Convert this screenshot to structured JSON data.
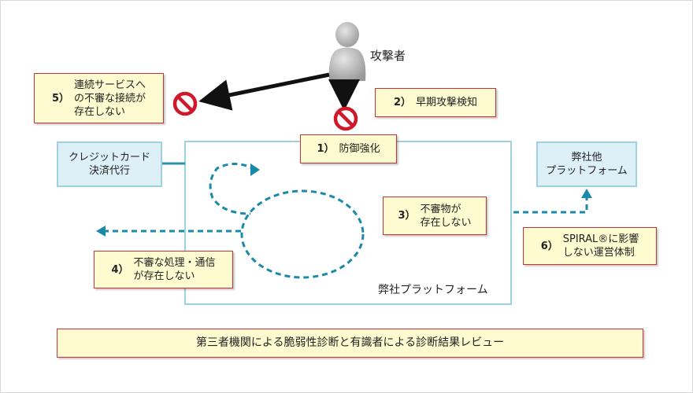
{
  "attacker": {
    "label": "攻撃者"
  },
  "notes": {
    "defense": {
      "num": "1）",
      "text": "防御強化"
    },
    "early_detection": {
      "num": "2）",
      "text": "早期攻撃検知"
    },
    "no_harmful_objects": {
      "num": "3）",
      "text": "不審物が\n存在しない"
    },
    "no_harmful_processing": {
      "num": "4）",
      "text": "不審な処理・通信\nが存在しない"
    },
    "linked_services": {
      "num": "5）",
      "text": "連続サービスへ\nの不審な接続が\n存在しない"
    },
    "spiral_ops": {
      "num": "6）",
      "text": "SPIRAL®に影響\nしない運営体制"
    }
  },
  "boxes": {
    "credit": "クレジットカード\n決済代行",
    "other_platform": "弊社他\nプラットフォーム"
  },
  "platform_label": "弊社プラットフォーム",
  "review": "第三者機関による脆弱性診断と有識者による診断結果レビュー",
  "colors": {
    "note_fill": "#fffbd0",
    "note_border": "#c8333a",
    "platform_border": "#9fd2e0",
    "flow_dashed": "#1a8aa8",
    "prohibit": "#d0182a"
  }
}
